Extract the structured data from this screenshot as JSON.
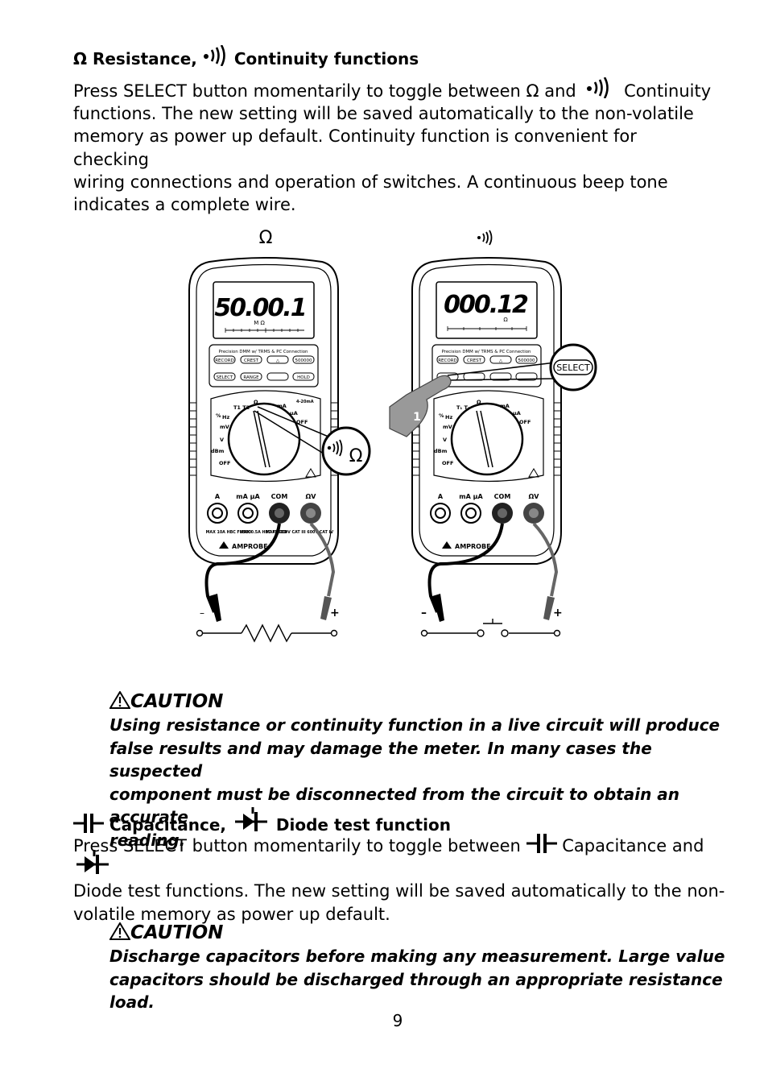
{
  "section1": {
    "heading_resistance": "Ω Resistance,",
    "heading_continuity": "Continuity functions",
    "body_lines": [
      "Press SELECT button momentarily to toggle between Ω and",
      "Continuity",
      "functions. The new setting will be saved automatically to the non-volatile",
      "memory as power up default. Continuity function is convenient for checking",
      "wiring connections and operation of switches. A continuous beep tone",
      "indicates a complete wire."
    ]
  },
  "figure": {
    "left_meter": {
      "mode_symbol": "Ω",
      "display_value": "50.00.1",
      "display_unit": "M Ω",
      "brand_line": "Precision DMM w/ TRMS & PC Connection",
      "buttons_row1": [
        "RECORD",
        "CREST",
        "△",
        "500000"
      ],
      "buttons_row2": [
        "SELECT",
        "RANGE",
        "HOLD"
      ],
      "dial_labels": [
        "T1 T2",
        "Ω",
        "mA",
        "%",
        "Hz",
        "mV",
        "V",
        "dBm",
        "OFF",
        "μA",
        "OFF",
        "4-20mA"
      ],
      "jack_labels": [
        "A",
        "mA μA",
        "COM",
        "ΩV"
      ],
      "jack_notes": [
        "MAX 10A HBC FUSED",
        "MAX 0.5A HBC FUSED",
        "MAX 1000V CAT III 600V CAT IV"
      ],
      "brand": "AMPROBE",
      "callout_symbol": "Ω",
      "probe_minus": "–",
      "probe_plus": "+"
    },
    "right_meter": {
      "mode_symbol": "continuity",
      "display_value": "000.12",
      "display_unit": "Ω",
      "brand_line": "Precision DMM w/ TRMS & PC Connection",
      "buttons_row1": [
        "RECORD",
        "CREST",
        "△",
        "500000"
      ],
      "callout_label": "SELECT",
      "finger_step": "1",
      "brand": "AMPROBE",
      "probe_minus": "–",
      "probe_plus": "+"
    }
  },
  "caution1": {
    "title": "CAUTION",
    "lines": [
      "Using resistance or continuity function in a live circuit will produce",
      "false results and may damage the meter. In many cases the suspected",
      "component must be disconnected from the circuit to obtain an accurate",
      "reading."
    ]
  },
  "section2": {
    "heading_capacitance": "Capacitance,",
    "heading_diode": "Diode test function",
    "line1_a": "Press SELECT button momentarily to toggle between",
    "line1_b": "Capacitance and",
    "line2": "Diode test functions. The new setting will be saved automatically to the non-",
    "line3": "volatile memory as power up default."
  },
  "caution2": {
    "title": "CAUTION",
    "lines": [
      "Discharge capacitors before making any measurement. Large value",
      "capacitors should be discharged through an appropriate resistance load."
    ]
  },
  "page_number": "9"
}
